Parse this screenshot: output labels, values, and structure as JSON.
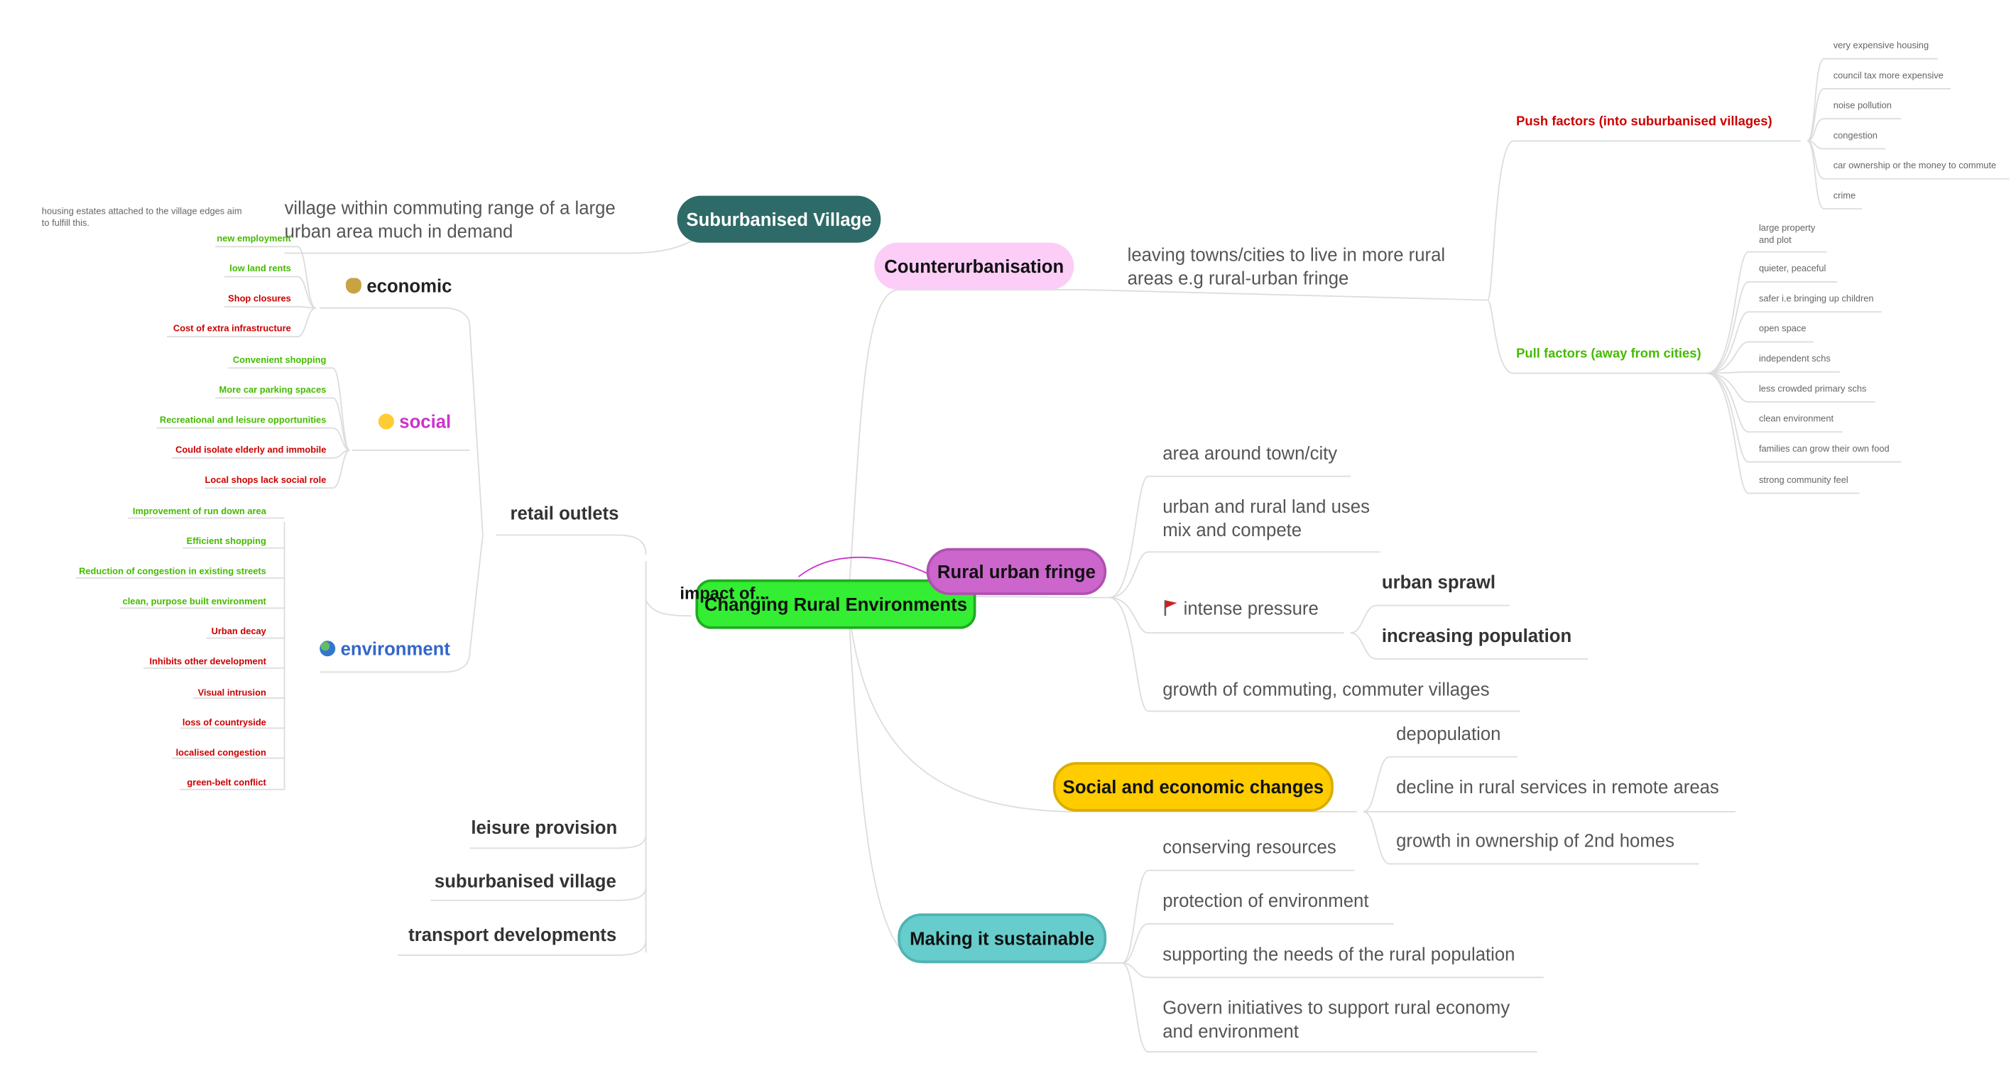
{
  "central": "Changing Rural Environments",
  "impact_of": "impact of...",
  "suburbanised_village": {
    "title": "Suburbanised Village",
    "definition": "village within commuting range of a large urban area much in demand",
    "note": "housing estates attached to the village edges aim to fulfill this."
  },
  "counterurbanisation": {
    "title": "Counterurbanisation",
    "definition": "leaving towns/cities to live in more rural areas e.g rural-urban fringe",
    "push": {
      "label": "Push factors (into suburbanised villages)",
      "items": [
        "very expensive housing",
        "council tax more expensive",
        "noise pollution",
        "congestion",
        "car ownership or the money to commute",
        "crime"
      ]
    },
    "pull": {
      "label": "Pull factors (away from cities)",
      "items": [
        "large property and plot",
        "quieter, peaceful",
        "safer i.e bringing up children",
        "open space",
        "independent schs",
        "less crowded primary schs",
        "clean environment",
        "families can grow their own food",
        "strong community feel"
      ]
    }
  },
  "rural_urban_fringe": {
    "title": "Rural urban fringe",
    "area": "area around town/city",
    "land_uses": "urban and rural land uses mix and compete",
    "pressure": "intense pressure",
    "sprawl": "urban sprawl",
    "population": "increasing population",
    "commuting": "growth of commuting, commuter villages"
  },
  "social_economic": {
    "title": "Social and economic changes",
    "items": [
      "depopulation",
      "decline in rural services in remote areas",
      "growth in ownership of 2nd homes"
    ]
  },
  "sustainable": {
    "title": "Making it sustainable",
    "items": [
      "conserving resources",
      "protection of environment",
      "supporting the needs of the rural population",
      "Govern initiatives to support rural economy and environment"
    ]
  },
  "impacts": {
    "retail": "retail outlets",
    "leisure": "leisure provision",
    "suburbanised": "suburbanised village",
    "transport": "transport developments",
    "economic": {
      "label": "economic",
      "items": [
        {
          "text": "new employment",
          "tone": "positive"
        },
        {
          "text": "low land rents",
          "tone": "positive"
        },
        {
          "text": "Shop closures",
          "tone": "negative"
        },
        {
          "text": "Cost of extra infrastructure",
          "tone": "negative"
        }
      ]
    },
    "social": {
      "label": "social",
      "items": [
        {
          "text": "Convenient shopping",
          "tone": "positive"
        },
        {
          "text": "More car parking spaces",
          "tone": "positive"
        },
        {
          "text": "Recreational and leisure opportunities",
          "tone": "positive"
        },
        {
          "text": "Could isolate elderly and immobile",
          "tone": "negative"
        },
        {
          "text": "Local shops lack social role",
          "tone": "negative"
        }
      ]
    },
    "environment": {
      "label": "environment",
      "items": [
        {
          "text": "Improvement of run down area",
          "tone": "positive"
        },
        {
          "text": "Efficient shopping",
          "tone": "positive"
        },
        {
          "text": "Reduction of congestion in existing streets",
          "tone": "positive"
        },
        {
          "text": "clean, purpose built environment",
          "tone": "positive"
        },
        {
          "text": "Urban decay",
          "tone": "negative"
        },
        {
          "text": "Inhibits other development",
          "tone": "negative"
        },
        {
          "text": "Visual intrusion",
          "tone": "negative"
        },
        {
          "text": "loss of countryside",
          "tone": "negative"
        },
        {
          "text": "localised congestion",
          "tone": "negative"
        },
        {
          "text": "green-belt conflict",
          "tone": "negative"
        }
      ]
    }
  },
  "colors": {
    "central": "#33ee33",
    "suburbanised": "#2e6b68",
    "counterurbanisation": "#fbcdf7",
    "fringe": "#cc66cc",
    "social_economic": "#ffcc00",
    "sustainable": "#66cccc",
    "positive": "#44bb00",
    "negative": "#cc0000",
    "push": "#cc0000",
    "pull": "#44bb00",
    "social_label": "#cc33cc",
    "environment_label": "#3366cc"
  }
}
